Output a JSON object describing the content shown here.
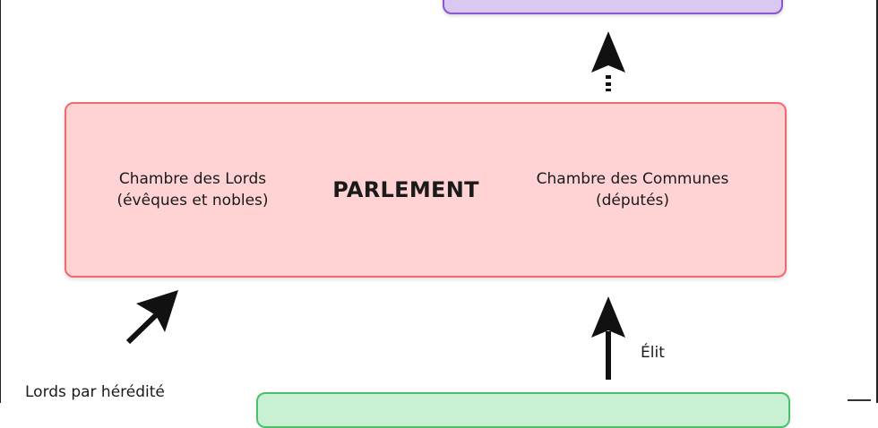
{
  "diagram": {
    "parlement": {
      "title": "PARLEMENT",
      "lords": {
        "line1": "Chambre des Lords",
        "line2": "(évêques et nobles)"
      },
      "communes": {
        "line1": "Chambre des Communes",
        "line2": "(députés)"
      }
    },
    "edges": {
      "elit": "Élit",
      "heredite": "Lords par hérédité"
    },
    "colors": {
      "parlement_fill": "#ffd3d4",
      "parlement_border": "#f06a6f",
      "top_fill": "#d9c8f2",
      "top_border": "#8a56d6",
      "bottom_fill": "#c8f0d2",
      "bottom_border": "#49c06a",
      "arrow": "#111111"
    }
  }
}
